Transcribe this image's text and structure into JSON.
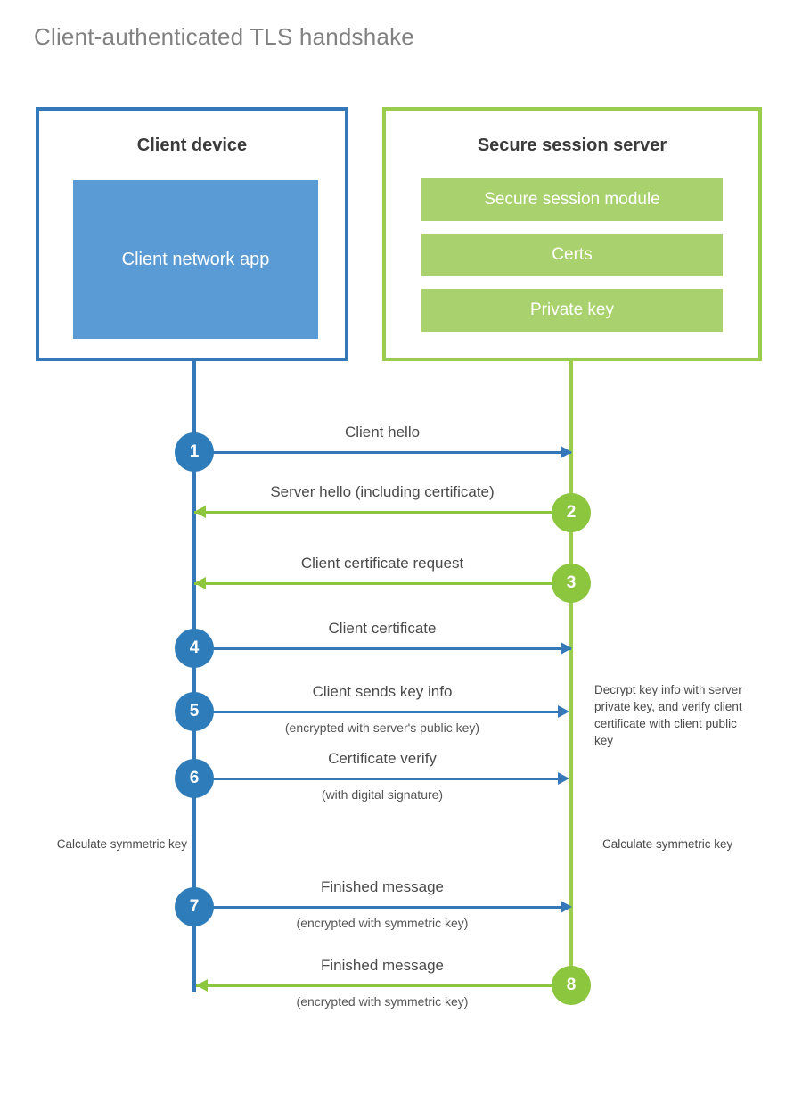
{
  "title": "Client-authenticated TLS handshake",
  "actors": {
    "client": {
      "title": "Client device",
      "app_label": "Client network app",
      "border_color": "#3478BA",
      "app_fill_color": "#5B9BD5"
    },
    "server": {
      "title": "Secure session server",
      "border_color": "#9ACD4F",
      "bar_fill_color": "#A9D26E",
      "components": [
        "Secure session module",
        "Certs",
        "Private key"
      ]
    }
  },
  "steps": [
    {
      "number": "1",
      "label": "Client hello",
      "sub_label": "",
      "direction": "client-to-server",
      "color": "#3478BA"
    },
    {
      "number": "2",
      "label": "Server hello (including certificate)",
      "sub_label": "",
      "direction": "server-to-client",
      "color": "#8CC63F"
    },
    {
      "number": "3",
      "label": "Client certificate request",
      "sub_label": "",
      "direction": "server-to-client",
      "color": "#8CC63F"
    },
    {
      "number": "4",
      "label": "Client certificate",
      "sub_label": "",
      "direction": "client-to-server",
      "color": "#3478BA"
    },
    {
      "number": "5",
      "label": "Client sends key info",
      "sub_label": "(encrypted with server's public key)",
      "direction": "client-to-server",
      "color": "#3478BA"
    },
    {
      "number": "6",
      "label": "Certificate verify",
      "sub_label": "(with digital signature)",
      "direction": "client-to-server",
      "color": "#3478BA"
    },
    {
      "number": "7",
      "label": "Finished message",
      "sub_label": "(encrypted with symmetric key)",
      "direction": "client-to-server",
      "color": "#3478BA"
    },
    {
      "number": "8",
      "label": "Finished message",
      "sub_label": "(encrypted with symmetric key)",
      "direction": "server-to-client",
      "color": "#8CC63F"
    }
  ],
  "annotations": {
    "server_decrypt_note": "Decrypt key info with server private key, and verify client certificate with client public key",
    "client_calc_note": "Calculate symmetric key",
    "server_calc_note": "Calculate symmetric key"
  }
}
